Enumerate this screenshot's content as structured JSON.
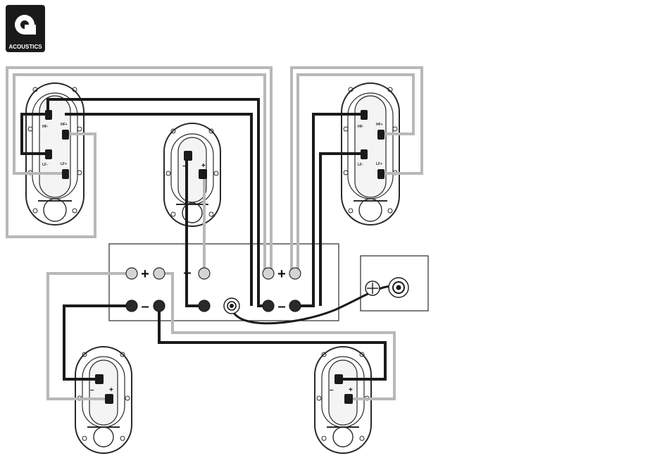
{
  "logo": {
    "mark": "Q",
    "wordmark": "ACOUSTICS"
  },
  "front_speakers": {
    "terminals": {
      "hf_minus": "HF-",
      "hf_plus": "HF+",
      "lf_minus": "LF-",
      "lf_plus": "LF+"
    }
  },
  "small_speakers": {
    "minus": "–",
    "plus": "+"
  },
  "amplifier": {
    "plus_sign": "+",
    "minus_sign": "–"
  },
  "colors": {
    "wire_negative": "#1a1a1a",
    "wire_positive": "#b8b8b8",
    "outline": "#2a2a2a"
  }
}
